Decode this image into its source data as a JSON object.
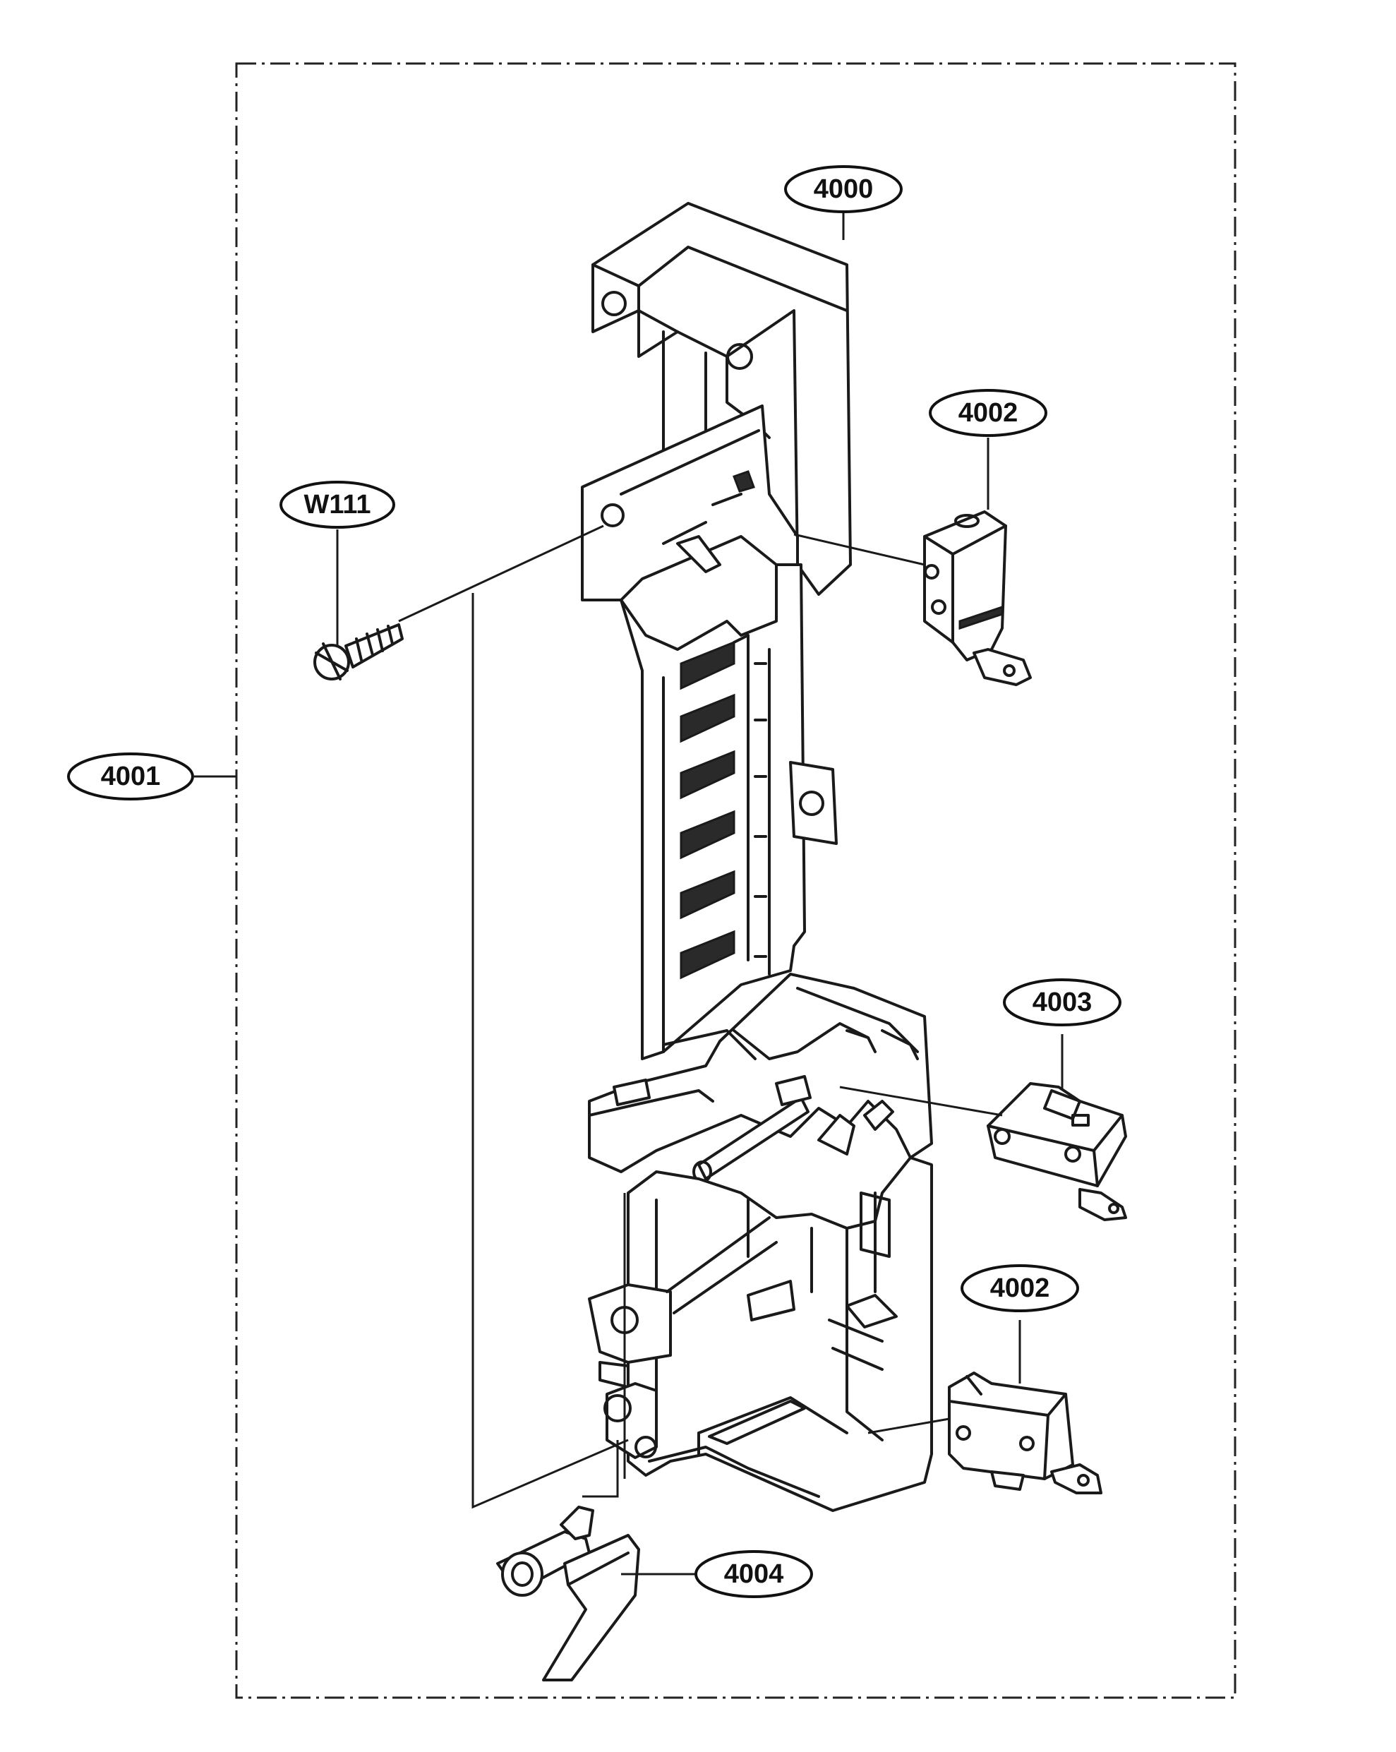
{
  "callouts": {
    "part_4000": "4000",
    "part_4001": "4001",
    "part_4002_upper": "4002",
    "part_4002_lower": "4002",
    "part_4003": "4003",
    "part_4004": "4004",
    "part_w111": "W111"
  }
}
